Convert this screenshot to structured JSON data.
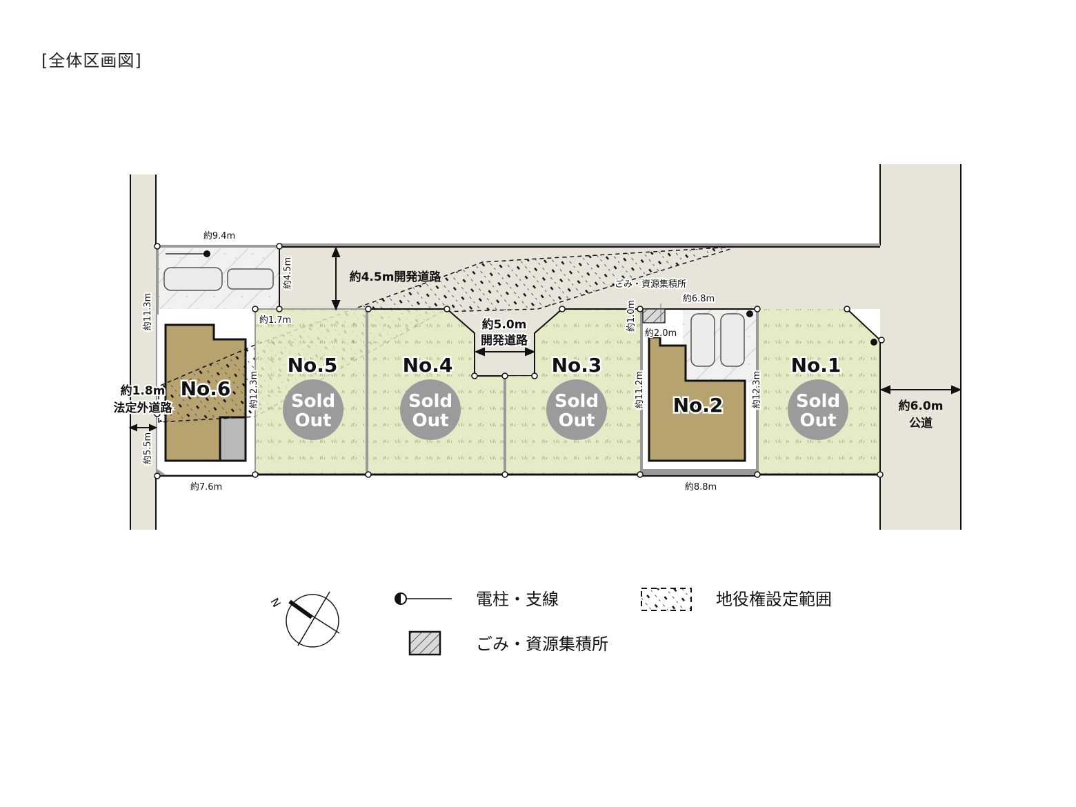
{
  "page_title": "[全体区画図]",
  "colors": {
    "road": "#e8e4da",
    "lot_grass": "#e1e8bd",
    "building": "#b7a370",
    "parking": "#f2f2f2",
    "sold_badge": "#9b9b9b",
    "outline": "#111111"
  },
  "roads": {
    "dev_road_main": "約4.5m開発道路",
    "dev_road_branch_width": "約5.0m",
    "dev_road_branch_label": "開発道路",
    "public_road_width": "約6.0m",
    "public_road_label": "公道",
    "non_statutory_width": "約1.8m",
    "non_statutory_label": "法定外道路"
  },
  "dimensions": {
    "top_parking_width": "約9.4m",
    "top_parking_depth": "約4.5m",
    "west_side_length": "約11.3m",
    "west_side_lower": "約5.5m",
    "lot6_bottom": "約7.6m",
    "lot5_top": "約1.7m",
    "lot5_side": "約12.3m",
    "lot2_top": "約6.8m",
    "lot2_side_upper": "約1.0m",
    "lot2_side": "約11.2m",
    "lot2_inner": "約2.0m",
    "lot1_side": "約12.3m",
    "lot2_bottom": "約8.8m",
    "garbage_label": "ごみ・資源集積所"
  },
  "lots": [
    {
      "id": "No.6",
      "status": ""
    },
    {
      "id": "No.5",
      "status": "Sold Out",
      "status_line1": "Sold",
      "status_line2": "Out"
    },
    {
      "id": "No.4",
      "status": "Sold Out",
      "status_line1": "Sold",
      "status_line2": "Out"
    },
    {
      "id": "No.3",
      "status": "Sold Out",
      "status_line1": "Sold",
      "status_line2": "Out"
    },
    {
      "id": "No.2",
      "status": ""
    },
    {
      "id": "No.1",
      "status": "Sold Out",
      "status_line1": "Sold",
      "status_line2": "Out"
    }
  ],
  "legend": {
    "compass_label": "N",
    "utility_pole": "電柱・支線",
    "garbage_point": "ごみ・資源集積所",
    "easement": "地役権設定範囲"
  }
}
